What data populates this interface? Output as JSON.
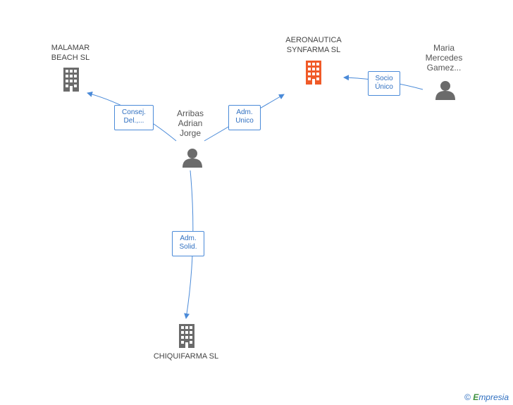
{
  "nodes": {
    "malamar": {
      "label_line1": "MALAMAR",
      "label_line2": "BEACH SL",
      "type": "company",
      "color": "#6b6b6b"
    },
    "aeronautica": {
      "label_line1": "AERONAUTICA",
      "label_line2": "SYNFARMA SL",
      "type": "company",
      "color": "#f05a28"
    },
    "chiquifarma": {
      "label_line1": "CHIQUIFARMA SL",
      "type": "company",
      "color": "#6b6b6b"
    },
    "arribas": {
      "label_line1": "Arribas",
      "label_line2": "Adrian",
      "label_line3": "Jorge",
      "type": "person",
      "color": "#6b6b6b"
    },
    "maria": {
      "label_line1": "Maria",
      "label_line2": "Mercedes",
      "label_line3": "Gamez...",
      "type": "person",
      "color": "#6b6b6b"
    }
  },
  "edges": {
    "arribas_malamar": {
      "label_line1": "Consej.",
      "label_line2": "Del.,..."
    },
    "arribas_aeronautica": {
      "label_line1": "Adm.",
      "label_line2": "Unico"
    },
    "maria_aeronautica": {
      "label_line1": "Socio",
      "label_line2": "Único"
    },
    "arribas_chiquifarma": {
      "label_line1": "Adm.",
      "label_line2": "Solid."
    }
  },
  "colors": {
    "edge": "#4a8ad8",
    "accent": "#f05a28",
    "node_gray": "#6b6b6b"
  },
  "footer": {
    "copyright": "©",
    "brand_first": "E",
    "brand_rest": "mpresia"
  }
}
